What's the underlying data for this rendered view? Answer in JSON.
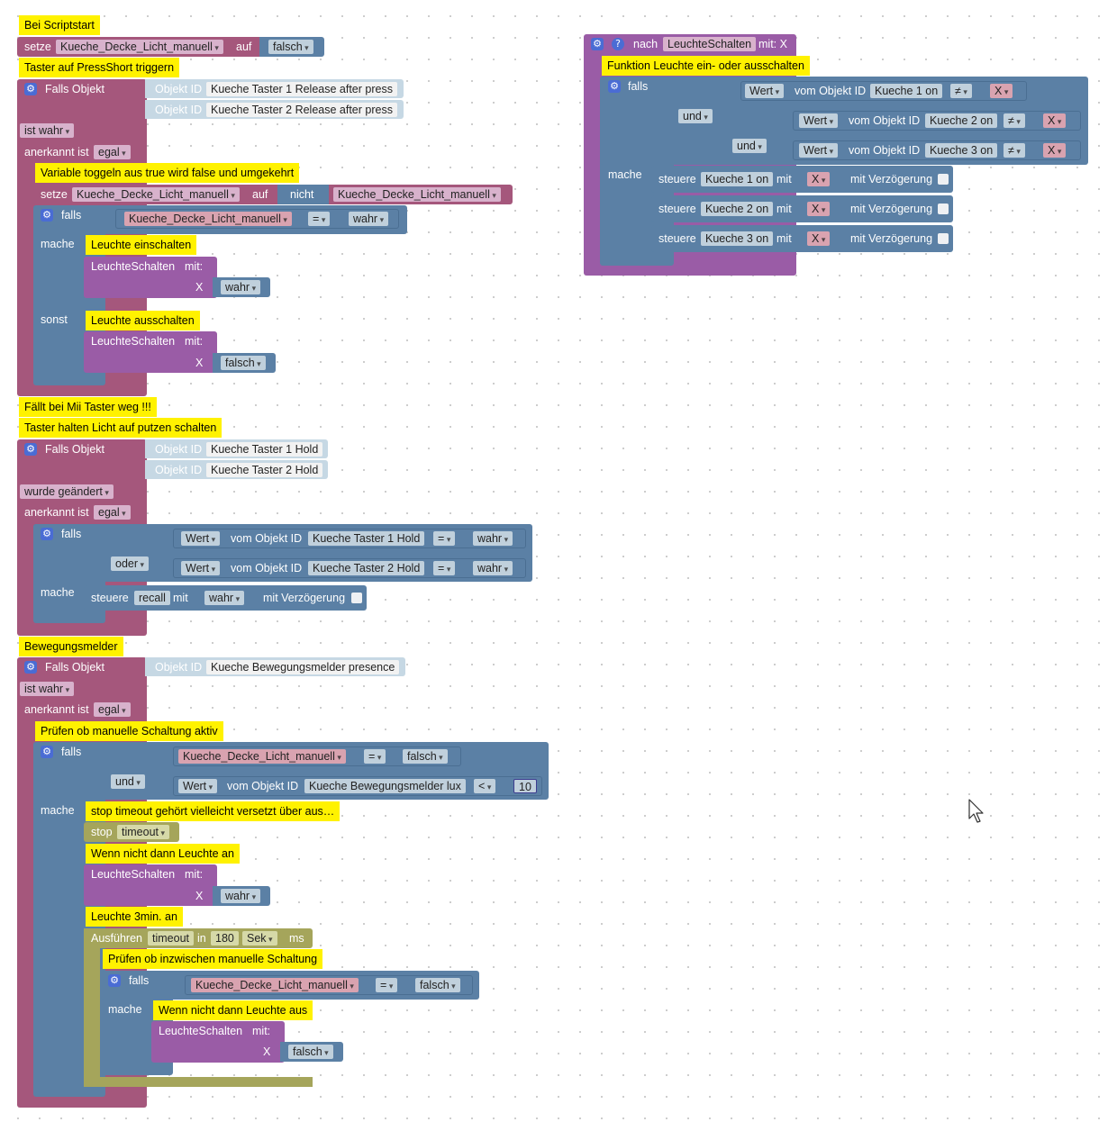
{
  "blocks": {
    "b1": {
      "comment": "Bei Scriptstart",
      "setze": "setze",
      "var": "Kueche_Decke_Licht_manuell",
      "auf": "auf",
      "val": "falsch"
    },
    "b2": {
      "comment": "Taster auf PressShort triggern",
      "falls_objekt": "Falls Objekt",
      "objekt_id": "Objekt ID",
      "obj1": "Kueche Taster 1 Release after press",
      "obj2": "Kueche Taster 2 Release after press",
      "ist_wahr": "ist wahr",
      "anerkannt": "anerkannt ist",
      "egal": "egal",
      "c_toggle": "Variable toggeln aus true wird false und umgekehrt",
      "setze": "setze",
      "var": "Kueche_Decke_Licht_manuell",
      "auf": "auf",
      "nicht": "nicht",
      "falls": "falls",
      "eq": "=",
      "wahr": "wahr",
      "falsch": "falsch",
      "mache": "mache",
      "sonst": "sonst",
      "c_ein": "Leuchte einschalten",
      "c_aus": "Leuchte ausschalten",
      "proc": "LeuchteSchalten",
      "mit": "mit:",
      "x": "X"
    },
    "b3": {
      "comment": "Fällt bei Mii Taster weg !!!"
    },
    "b4": {
      "comment": "Taster halten Licht auf putzen schalten",
      "falls_objekt": "Falls Objekt",
      "objekt_id": "Objekt ID",
      "obj1": "Kueche Taster 1 Hold",
      "obj2": "Kueche Taster 2 Hold",
      "geaendert": "wurde geändert",
      "anerkannt": "anerkannt ist",
      "egal": "egal",
      "falls": "falls",
      "oder": "oder",
      "wert": "Wert",
      "vom": "vom Objekt ID",
      "eq": "=",
      "wahr": "wahr",
      "mache": "mache",
      "steuere": "steuere",
      "recall": "recall",
      "mit": "mit",
      "verz": "mit Verzögerung"
    },
    "b5": {
      "comment": "Bewegungsmelder",
      "falls_objekt": "Falls Objekt",
      "objekt_id": "Objekt ID",
      "obj": "Kueche Bewegungsmelder presence",
      "ist_wahr": "ist wahr",
      "anerkannt": "anerkannt ist",
      "egal": "egal",
      "c_pruefen": "Prüfen ob manuelle Schaltung aktiv",
      "falls": "falls",
      "var": "Kueche_Decke_Licht_manuell",
      "eq": "=",
      "falsch": "falsch",
      "und": "und",
      "wert": "Wert",
      "vom": "vom Objekt ID",
      "lux": "Kueche Bewegungsmelder lux",
      "lt": "<",
      "num10": "10",
      "mache": "mache",
      "c_stop": "stop timeout gehört vielleicht versetzt über aus…",
      "stop": "stop",
      "timeout": "timeout",
      "c_wenn_an": "Wenn nicht dann Leuchte an",
      "proc": "LeuchteSchalten",
      "mit": "mit:",
      "x": "X",
      "wahr": "wahr",
      "c_3min": "Leuchte 3min. an",
      "ausfuehren": "Ausführen",
      "in": "in",
      "n180": "180",
      "sek": "Sek",
      "ms": "ms",
      "c_pruefen2": "Prüfen ob inzwischen manuelle Schaltung",
      "c_wenn_aus": "Wenn nicht dann Leuchte aus"
    },
    "fn": {
      "nach": "nach",
      "name": "LeuchteSchalten",
      "mitx": "mit: X",
      "comment": "Funktion Leuchte ein- oder ausschalten",
      "falls": "falls",
      "und": "und",
      "wert": "Wert",
      "vom": "vom Objekt ID",
      "k1": "Kueche 1 on",
      "k2": "Kueche 2 on",
      "k3": "Kueche 3 on",
      "neq": "≠",
      "x": "X",
      "mache": "mache",
      "steuere": "steuere",
      "mit": "mit",
      "verz": "mit Verzögerung"
    }
  },
  "colors": {
    "event": "#a5577c",
    "logic": "#5b80a5",
    "procedure": "#9a5ca6",
    "timer": "#a5a55b",
    "comment": "#fff200"
  }
}
